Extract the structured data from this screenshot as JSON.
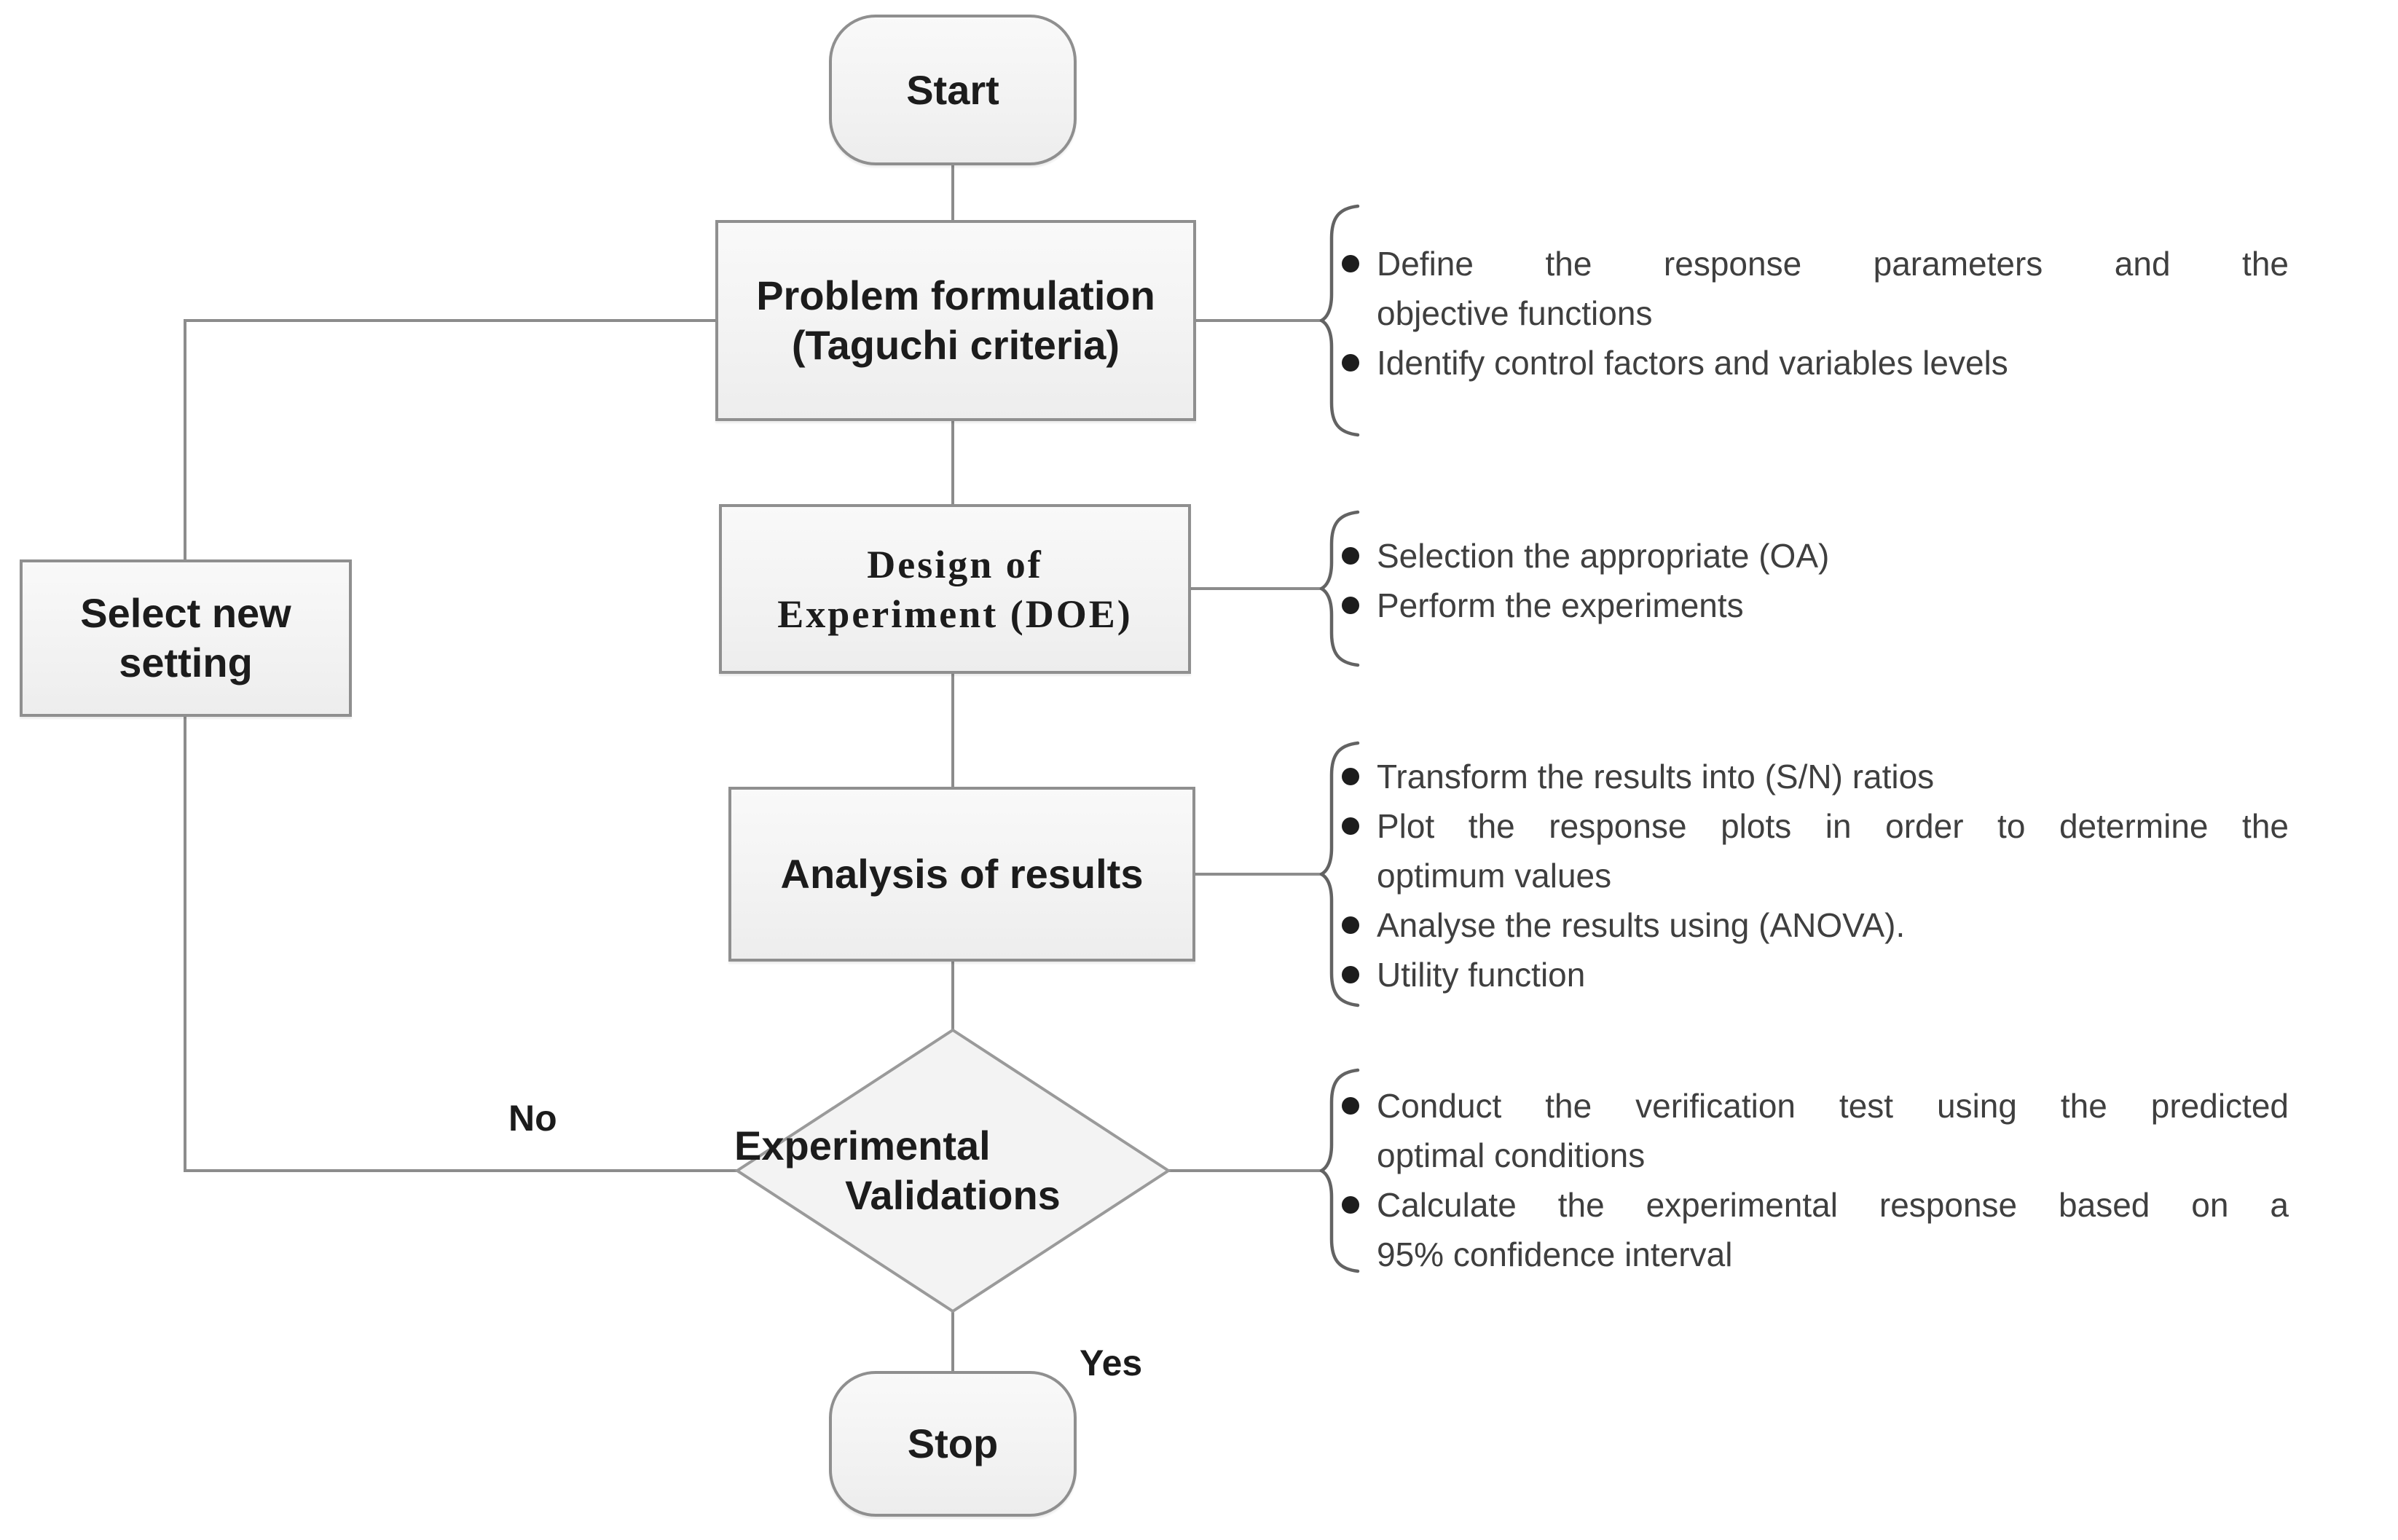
{
  "nodes": {
    "start": {
      "label": "Start"
    },
    "problem_formulation": {
      "line1": "Problem formulation",
      "line2": "(Taguchi criteria)"
    },
    "design_of_experiment": {
      "line1": "Design of",
      "line2": "Experiment (DOE)"
    },
    "analysis_of_results": {
      "label": "Analysis of results"
    },
    "experimental_validations": {
      "line1": "Experimental",
      "line2": "Validations"
    },
    "stop": {
      "label": "Stop"
    },
    "select_new_setting": {
      "line1": "Select new",
      "line2": "setting"
    }
  },
  "edge_labels": {
    "no": "No",
    "yes": "Yes"
  },
  "annotations": {
    "problem": {
      "bullets": [
        {
          "lines": [
            "Define the response parameters and the",
            "objective functions"
          ]
        },
        {
          "lines": [
            "Identify control factors and variables levels"
          ]
        }
      ]
    },
    "doe": {
      "bullets": [
        {
          "lines": [
            "Selection the appropriate (OA)"
          ]
        },
        {
          "lines": [
            "Perform the experiments"
          ]
        }
      ]
    },
    "analysis": {
      "bullets": [
        {
          "lines": [
            "Transform the results into (S/N) ratios"
          ]
        },
        {
          "lines": [
            "Plot the response plots in order to determine the",
            "optimum values"
          ]
        },
        {
          "lines": [
            "Analyse the results using (ANOVA)."
          ]
        },
        {
          "lines": [
            "Utility function"
          ]
        }
      ]
    },
    "validation": {
      "bullets": [
        {
          "lines": [
            "Conduct the verification test using the predicted",
            "optimal conditions"
          ]
        },
        {
          "lines": [
            "Calculate the experimental response based on a",
            "95% confidence interval"
          ]
        }
      ]
    }
  },
  "icons": {
    "bullet": "filled-circle"
  },
  "colors": {
    "background": "#ffffff",
    "box_fill": "#f2f2f2",
    "box_border": "#8f8f8f",
    "connector_line": "#8c8c8c",
    "brace": "#636363",
    "node_text": "#1c1c1c",
    "annotation_text": "#3f3f3f"
  }
}
